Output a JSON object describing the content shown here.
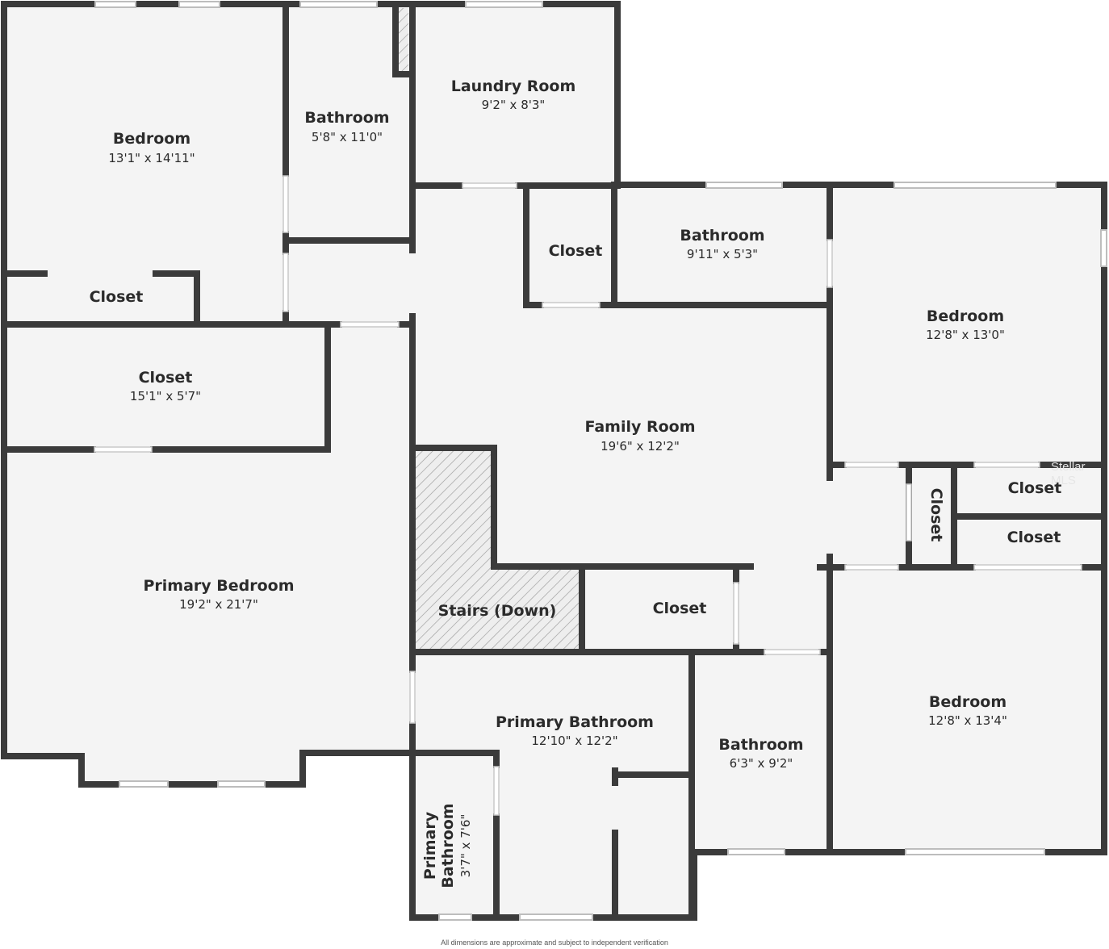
{
  "rooms": [
    {
      "id": "bedroom_nw",
      "name": "Bedroom",
      "dims": "13'1\" x 14'11\""
    },
    {
      "id": "bathroom_n",
      "name": "Bathroom",
      "dims": "5'8\" x 11'0\""
    },
    {
      "id": "laundry",
      "name": "Laundry Room",
      "dims": "9'2\" x 8'3\""
    },
    {
      "id": "closet_nw",
      "name": "Closet",
      "dims": ""
    },
    {
      "id": "closet_w",
      "name": "Closet",
      "dims": "15'1\" x 5'7\""
    },
    {
      "id": "closet_c",
      "name": "Closet",
      "dims": ""
    },
    {
      "id": "bathroom_ne",
      "name": "Bathroom",
      "dims": "9'11\" x 5'3\""
    },
    {
      "id": "bedroom_ne",
      "name": "Bedroom",
      "dims": "12'8\" x 13'0\""
    },
    {
      "id": "family",
      "name": "Family Room",
      "dims": "19'6\" x 12'2\""
    },
    {
      "id": "closet_vert",
      "name": "Closet",
      "dims": ""
    },
    {
      "id": "closet_e1",
      "name": "Closet",
      "dims": ""
    },
    {
      "id": "closet_e2",
      "name": "Closet",
      "dims": ""
    },
    {
      "id": "primary_bedroom",
      "name": "Primary Bedroom",
      "dims": "19'2\" x 21'7\""
    },
    {
      "id": "stairs",
      "name": "Stairs (Down)",
      "dims": ""
    },
    {
      "id": "closet_s",
      "name": "Closet",
      "dims": ""
    },
    {
      "id": "primary_bath",
      "name": "Primary Bathroom",
      "dims": "12'10\" x 12'2\""
    },
    {
      "id": "bathroom_s",
      "name": "Bathroom",
      "dims": "6'3\" x 9'2\""
    },
    {
      "id": "bedroom_se",
      "name": "Bedroom",
      "dims": "12'8\" x 13'4\""
    },
    {
      "id": "primary_bath_small",
      "name_line1": "Primary",
      "name_line2": "Bathroom",
      "dims": "3'7\" x 7'6\""
    }
  ],
  "footer_note": "All dimensions are approximate and subject to independent verification",
  "watermark": "Stellar MLS",
  "colors": {
    "wall": "#3b3b3b",
    "floor": "#f4f4f4",
    "background": "#ffffff",
    "text": "#2b2b2b"
  }
}
